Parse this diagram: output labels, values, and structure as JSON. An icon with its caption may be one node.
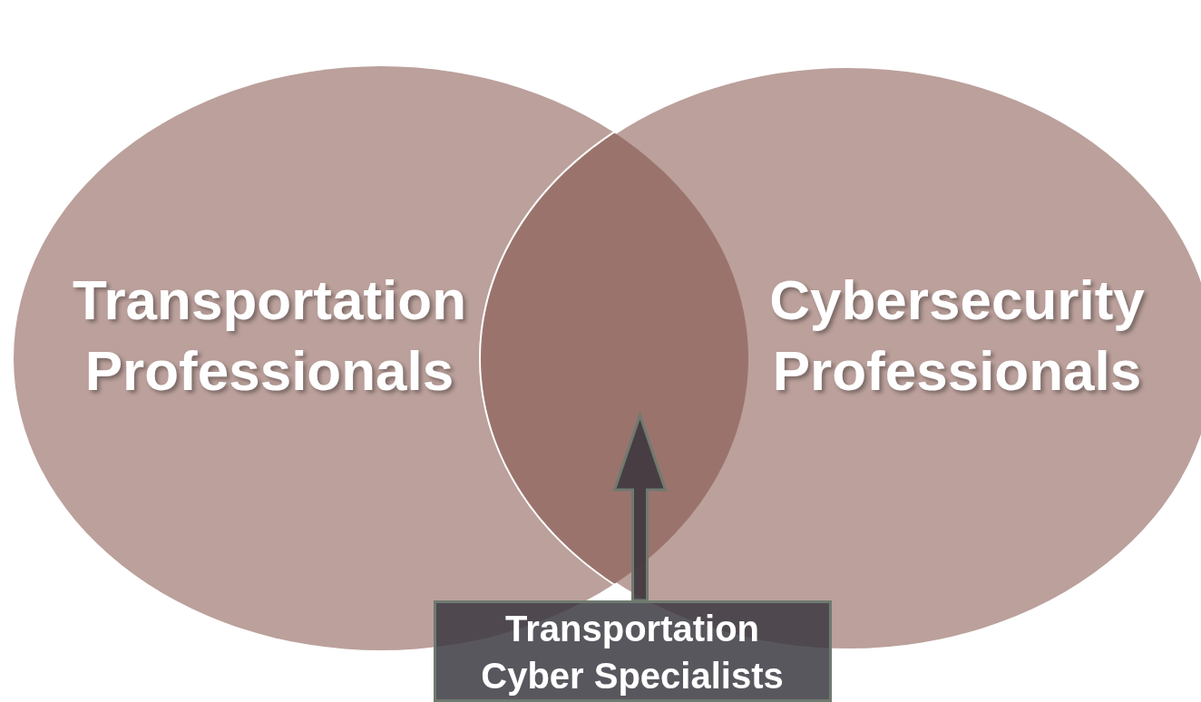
{
  "diagram": {
    "nodes": [
      {
        "text": [
          "Transportation Professionals"
        ]
      },
      {
        "text": [
          "Cybersecurity Professionals"
        ]
      },
      {
        "text": [],
        "shape": "lens"
      },
      {
        "text": [
          "Transportation Cyber Specialists"
        ]
      }
    ],
    "edges": [
      {
        "from": 3,
        "to": 2,
        "arrow": "to",
        "style": "thick",
        "color": "#433a40"
      }
    ]
  }
}
